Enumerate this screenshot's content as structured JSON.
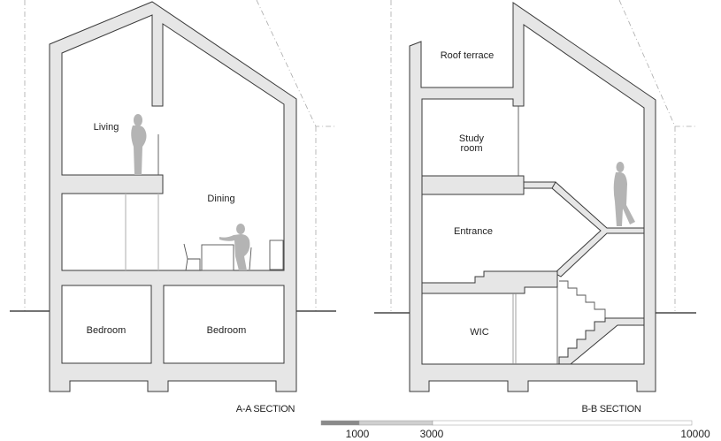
{
  "section_a": {
    "title": "A-A SECTION",
    "rooms": [
      "Living",
      "Dining",
      "Bedroom",
      "Bedroom"
    ]
  },
  "section_b": {
    "title": "B-B SECTION",
    "rooms": [
      "Roof terrace",
      "Study",
      "room",
      "Entrance",
      "WIC"
    ]
  },
  "scale_bar": {
    "labels": [
      "1000",
      "3000",
      "10000"
    ],
    "colors": {
      "segment_1": "#8a8a8a",
      "segment_2": "#cfcfcf",
      "segment_3": "#ffffff"
    }
  }
}
